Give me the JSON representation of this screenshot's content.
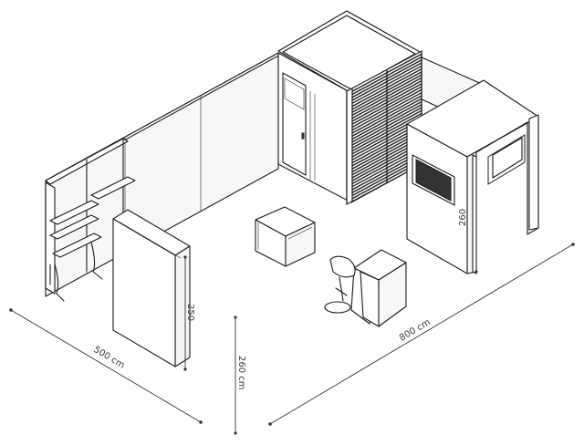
{
  "dimensions": {
    "width": "500 cm",
    "length": "800 cm",
    "wall_height": "260 cm",
    "partition_height": "250",
    "room_height": "260"
  }
}
